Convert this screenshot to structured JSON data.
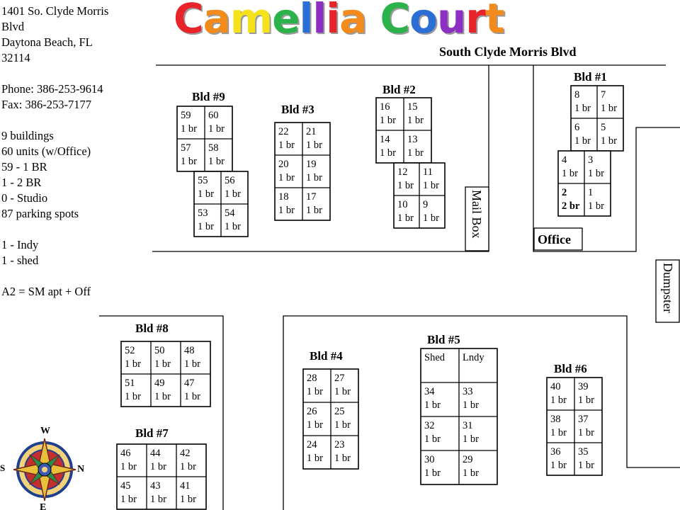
{
  "header": {
    "title": "Camellia Court",
    "title_colors": [
      "#e8232a",
      "#f28a1c",
      "#f5e21b",
      "#2bb24a",
      "#2b6fd6",
      "#8e2fc4"
    ],
    "road_name": "South Clyde Morris Blvd"
  },
  "info_lines": [
    "1401 So. Clyde Morris",
    "Blvd",
    "Daytona Beach, FL",
    "32114",
    "",
    "Phone: 386-253-9614",
    "Fax: 386-253-7177",
    "",
    "9 buildings",
    "60 units (w/Office)",
    "59 - 1 BR",
    "1 - 2 BR",
    "0 - Studio",
    "87 parking spots",
    "",
    "1 - Indy",
    "1 - shed",
    "",
    "A2 = SM apt + Off"
  ],
  "labels": {
    "mailbox": "Mail Box",
    "office": "Office",
    "dumpster": "Dumpster"
  },
  "compass": {
    "w": "W",
    "s": "S",
    "n": "N",
    "e": "E"
  },
  "buildings": [
    {
      "name": "Bld #1",
      "cells": [
        [
          "8",
          "1 br"
        ],
        [
          "7",
          "1 br"
        ],
        [
          "6",
          "1 br"
        ],
        [
          "5",
          "1 br"
        ],
        [
          "4",
          "1 br"
        ],
        [
          "3",
          "1 br"
        ],
        [
          "2",
          "2 br"
        ],
        [
          "1",
          "1 br"
        ]
      ]
    },
    {
      "name": "Bld #2",
      "cells": [
        [
          "16",
          "1 br"
        ],
        [
          "15",
          "1 br"
        ],
        [
          "14",
          "1 br"
        ],
        [
          "13",
          "1 br"
        ],
        [
          "12",
          "1 br"
        ],
        [
          "11",
          "1 br"
        ],
        [
          "10",
          "1 br"
        ],
        [
          "9",
          "1 br"
        ]
      ]
    },
    {
      "name": "Bld #3",
      "cells": [
        [
          "22",
          "1 br"
        ],
        [
          "21",
          "1 br"
        ],
        [
          "20",
          "1 br"
        ],
        [
          "19",
          "1 br"
        ],
        [
          "18",
          "1 br"
        ],
        [
          "17",
          "1 br"
        ]
      ]
    },
    {
      "name": "Bld #4",
      "cells": [
        [
          "28",
          "1 br"
        ],
        [
          "27",
          "1 br"
        ],
        [
          "26",
          "1 br"
        ],
        [
          "25",
          "1 br"
        ],
        [
          "24",
          "1 br"
        ],
        [
          "23",
          "1 br"
        ]
      ]
    },
    {
      "name": "Bld #5",
      "cells": [
        [
          "Shed",
          ""
        ],
        [
          "Lndy",
          ""
        ],
        [
          "34",
          "1 br"
        ],
        [
          "33",
          "1 br"
        ],
        [
          "32",
          "1 br"
        ],
        [
          "31",
          "1 br"
        ],
        [
          "30",
          "1 br"
        ],
        [
          "29",
          "1 br"
        ]
      ]
    },
    {
      "name": "Bld #6",
      "cells": [
        [
          "40",
          "1 br"
        ],
        [
          "39",
          "1 br"
        ],
        [
          "38",
          "1 br"
        ],
        [
          "37",
          "1 br"
        ],
        [
          "36",
          "1 br"
        ],
        [
          "35",
          "1 br"
        ]
      ]
    },
    {
      "name": "Bld #7",
      "cells": [
        [
          "46",
          "1 br"
        ],
        [
          "44",
          "1 br"
        ],
        [
          "42",
          "1 br"
        ],
        [
          "45",
          "1 br"
        ],
        [
          "43",
          "1 br"
        ],
        [
          "41",
          "1 br"
        ]
      ]
    },
    {
      "name": "Bld #8",
      "cells": [
        [
          "52",
          "1 br"
        ],
        [
          "50",
          "1 br"
        ],
        [
          "48",
          "1 br"
        ],
        [
          "51",
          "1 br"
        ],
        [
          "49",
          "1 br"
        ],
        [
          "47",
          "1 br"
        ]
      ]
    },
    {
      "name": "Bld #9",
      "cells": [
        [
          "59",
          "1 br"
        ],
        [
          "60",
          "1 br"
        ],
        [
          "57",
          "1 br"
        ],
        [
          "58",
          "1 br"
        ],
        [
          "55",
          "1 br"
        ],
        [
          "56",
          "1 br"
        ],
        [
          "53",
          "1 br"
        ],
        [
          "54",
          "1 br"
        ]
      ]
    }
  ]
}
